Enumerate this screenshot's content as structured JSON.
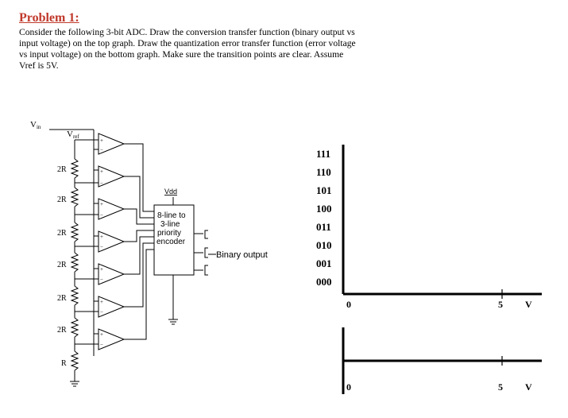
{
  "problem": {
    "title": "Problem 1:",
    "lines": [
      "Consider the following 3-bit ADC. Draw the conversion transfer function (binary output vs",
      "input voltage) on the top graph. Draw the quantization error transfer function (error voltage",
      "vs input voltage) on the bottom graph. Make sure the transition points are clear. Assume",
      "Vref is 5V."
    ]
  },
  "circuit": {
    "vin_label": "V",
    "vin_sub": "in",
    "vref_label": "V",
    "vref_sub": "ref",
    "resistor_labels": [
      "2R",
      "2R",
      "2R",
      "2R",
      "2R",
      "2R",
      "R"
    ],
    "encoder_lines": [
      "8-line to",
      "3-line",
      "priority",
      "encoder"
    ],
    "vdd_label": "Vdd",
    "output_label": "Binary output"
  },
  "graphs": {
    "top": {
      "y_labels": [
        "111",
        "110",
        "101",
        "100",
        "011",
        "010",
        "001",
        "000"
      ],
      "x_origin": "0",
      "x_tick": "5",
      "x_unit": "V"
    },
    "bottom": {
      "x_origin": "0",
      "x_tick": "5",
      "x_unit": "V"
    }
  }
}
